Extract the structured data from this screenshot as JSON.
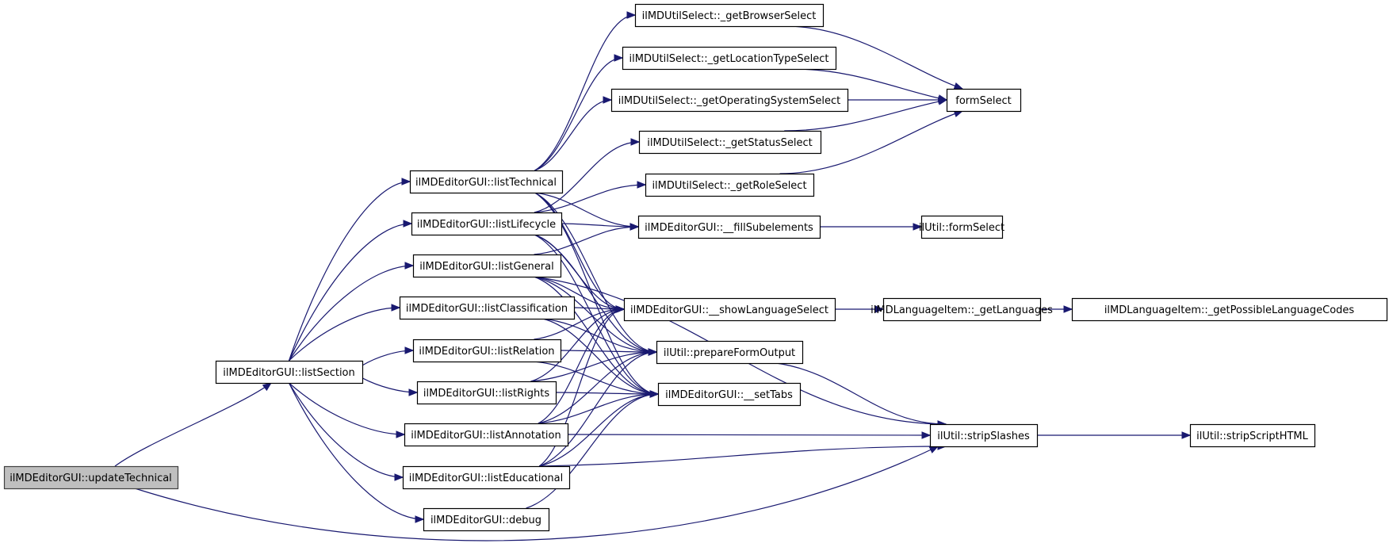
{
  "diagram": {
    "type": "call-graph",
    "direction": "left-to-right",
    "colors": {
      "edge": "#191970",
      "node_fill": "#ffffff",
      "root_fill": "#bfbfbf",
      "node_border": "#000000"
    },
    "nodes": [
      {
        "id": "updateTechnical",
        "label": "ilMDEditorGUI::updateTechnical",
        "root": true
      },
      {
        "id": "listSection",
        "label": "ilMDEditorGUI::listSection"
      },
      {
        "id": "listTechnical",
        "label": "ilMDEditorGUI::listTechnical"
      },
      {
        "id": "listLifecycle",
        "label": "ilMDEditorGUI::listLifecycle"
      },
      {
        "id": "listGeneral",
        "label": "ilMDEditorGUI::listGeneral"
      },
      {
        "id": "listClassification",
        "label": "ilMDEditorGUI::listClassification"
      },
      {
        "id": "listRelation",
        "label": "ilMDEditorGUI::listRelation"
      },
      {
        "id": "listRights",
        "label": "ilMDEditorGUI::listRights"
      },
      {
        "id": "listAnnotation",
        "label": "ilMDEditorGUI::listAnnotation"
      },
      {
        "id": "listEducational",
        "label": "ilMDEditorGUI::listEducational"
      },
      {
        "id": "debug",
        "label": "ilMDEditorGUI::debug"
      },
      {
        "id": "getBrowserSelect",
        "label": "ilMDUtilSelect::_getBrowserSelect"
      },
      {
        "id": "getLocationTypeSelect",
        "label": "ilMDUtilSelect::_getLocationTypeSelect"
      },
      {
        "id": "getOperatingSystemSelect",
        "label": "ilMDUtilSelect::_getOperatingSystemSelect"
      },
      {
        "id": "getStatusSelect",
        "label": "ilMDUtilSelect::_getStatusSelect"
      },
      {
        "id": "getRoleSelect",
        "label": "ilMDUtilSelect::_getRoleSelect"
      },
      {
        "id": "fillSubelements",
        "label": "ilMDEditorGUI::__fillSubelements"
      },
      {
        "id": "showLanguageSelect",
        "label": "ilMDEditorGUI::__showLanguageSelect"
      },
      {
        "id": "prepareFormOutput",
        "label": "ilUtil::prepareFormOutput"
      },
      {
        "id": "setTabs",
        "label": "ilMDEditorGUI::__setTabs"
      },
      {
        "id": "formSelect",
        "label": "formSelect"
      },
      {
        "id": "ilUtilFormSelect",
        "label": "ilUtil::formSelect"
      },
      {
        "id": "getLanguages",
        "label": "ilMDLanguageItem::_getLanguages"
      },
      {
        "id": "getPossibleLanguageCodes",
        "label": "ilMDLanguageItem::_getPossibleLanguageCodes"
      },
      {
        "id": "stripSlashes",
        "label": "ilUtil::stripSlashes"
      },
      {
        "id": "stripScriptHTML",
        "label": "ilUtil::stripScriptHTML"
      }
    ],
    "edges": [
      [
        "updateTechnical",
        "listSection"
      ],
      [
        "updateTechnical",
        "stripSlashes"
      ],
      [
        "listSection",
        "listTechnical"
      ],
      [
        "listSection",
        "listLifecycle"
      ],
      [
        "listSection",
        "listGeneral"
      ],
      [
        "listSection",
        "listClassification"
      ],
      [
        "listSection",
        "listRelation"
      ],
      [
        "listSection",
        "listRights"
      ],
      [
        "listSection",
        "listAnnotation"
      ],
      [
        "listSection",
        "listEducational"
      ],
      [
        "listSection",
        "debug"
      ],
      [
        "listTechnical",
        "getBrowserSelect"
      ],
      [
        "listTechnical",
        "getLocationTypeSelect"
      ],
      [
        "listTechnical",
        "getOperatingSystemSelect"
      ],
      [
        "listTechnical",
        "fillSubelements"
      ],
      [
        "listTechnical",
        "showLanguageSelect"
      ],
      [
        "listTechnical",
        "prepareFormOutput"
      ],
      [
        "listTechnical",
        "setTabs"
      ],
      [
        "listLifecycle",
        "getStatusSelect"
      ],
      [
        "listLifecycle",
        "getRoleSelect"
      ],
      [
        "listLifecycle",
        "fillSubelements"
      ],
      [
        "listLifecycle",
        "showLanguageSelect"
      ],
      [
        "listLifecycle",
        "prepareFormOutput"
      ],
      [
        "listLifecycle",
        "setTabs"
      ],
      [
        "listGeneral",
        "fillSubelements"
      ],
      [
        "listGeneral",
        "showLanguageSelect"
      ],
      [
        "listGeneral",
        "prepareFormOutput"
      ],
      [
        "listGeneral",
        "setTabs"
      ],
      [
        "listGeneral",
        "stripSlashes"
      ],
      [
        "listClassification",
        "showLanguageSelect"
      ],
      [
        "listClassification",
        "prepareFormOutput"
      ],
      [
        "listClassification",
        "setTabs"
      ],
      [
        "listRelation",
        "showLanguageSelect"
      ],
      [
        "listRelation",
        "prepareFormOutput"
      ],
      [
        "listRelation",
        "setTabs"
      ],
      [
        "listRights",
        "showLanguageSelect"
      ],
      [
        "listRights",
        "prepareFormOutput"
      ],
      [
        "listRights",
        "setTabs"
      ],
      [
        "listAnnotation",
        "showLanguageSelect"
      ],
      [
        "listAnnotation",
        "prepareFormOutput"
      ],
      [
        "listAnnotation",
        "setTabs"
      ],
      [
        "listAnnotation",
        "stripSlashes"
      ],
      [
        "listEducational",
        "showLanguageSelect"
      ],
      [
        "listEducational",
        "prepareFormOutput"
      ],
      [
        "listEducational",
        "setTabs"
      ],
      [
        "listEducational",
        "stripSlashes"
      ],
      [
        "debug",
        "setTabs"
      ],
      [
        "getBrowserSelect",
        "formSelect"
      ],
      [
        "getLocationTypeSelect",
        "formSelect"
      ],
      [
        "getOperatingSystemSelect",
        "formSelect"
      ],
      [
        "getStatusSelect",
        "formSelect"
      ],
      [
        "getRoleSelect",
        "formSelect"
      ],
      [
        "fillSubelements",
        "ilUtilFormSelect"
      ],
      [
        "showLanguageSelect",
        "getLanguages"
      ],
      [
        "getLanguages",
        "getPossibleLanguageCodes"
      ],
      [
        "prepareFormOutput",
        "stripSlashes"
      ],
      [
        "stripSlashes",
        "stripScriptHTML"
      ]
    ]
  }
}
